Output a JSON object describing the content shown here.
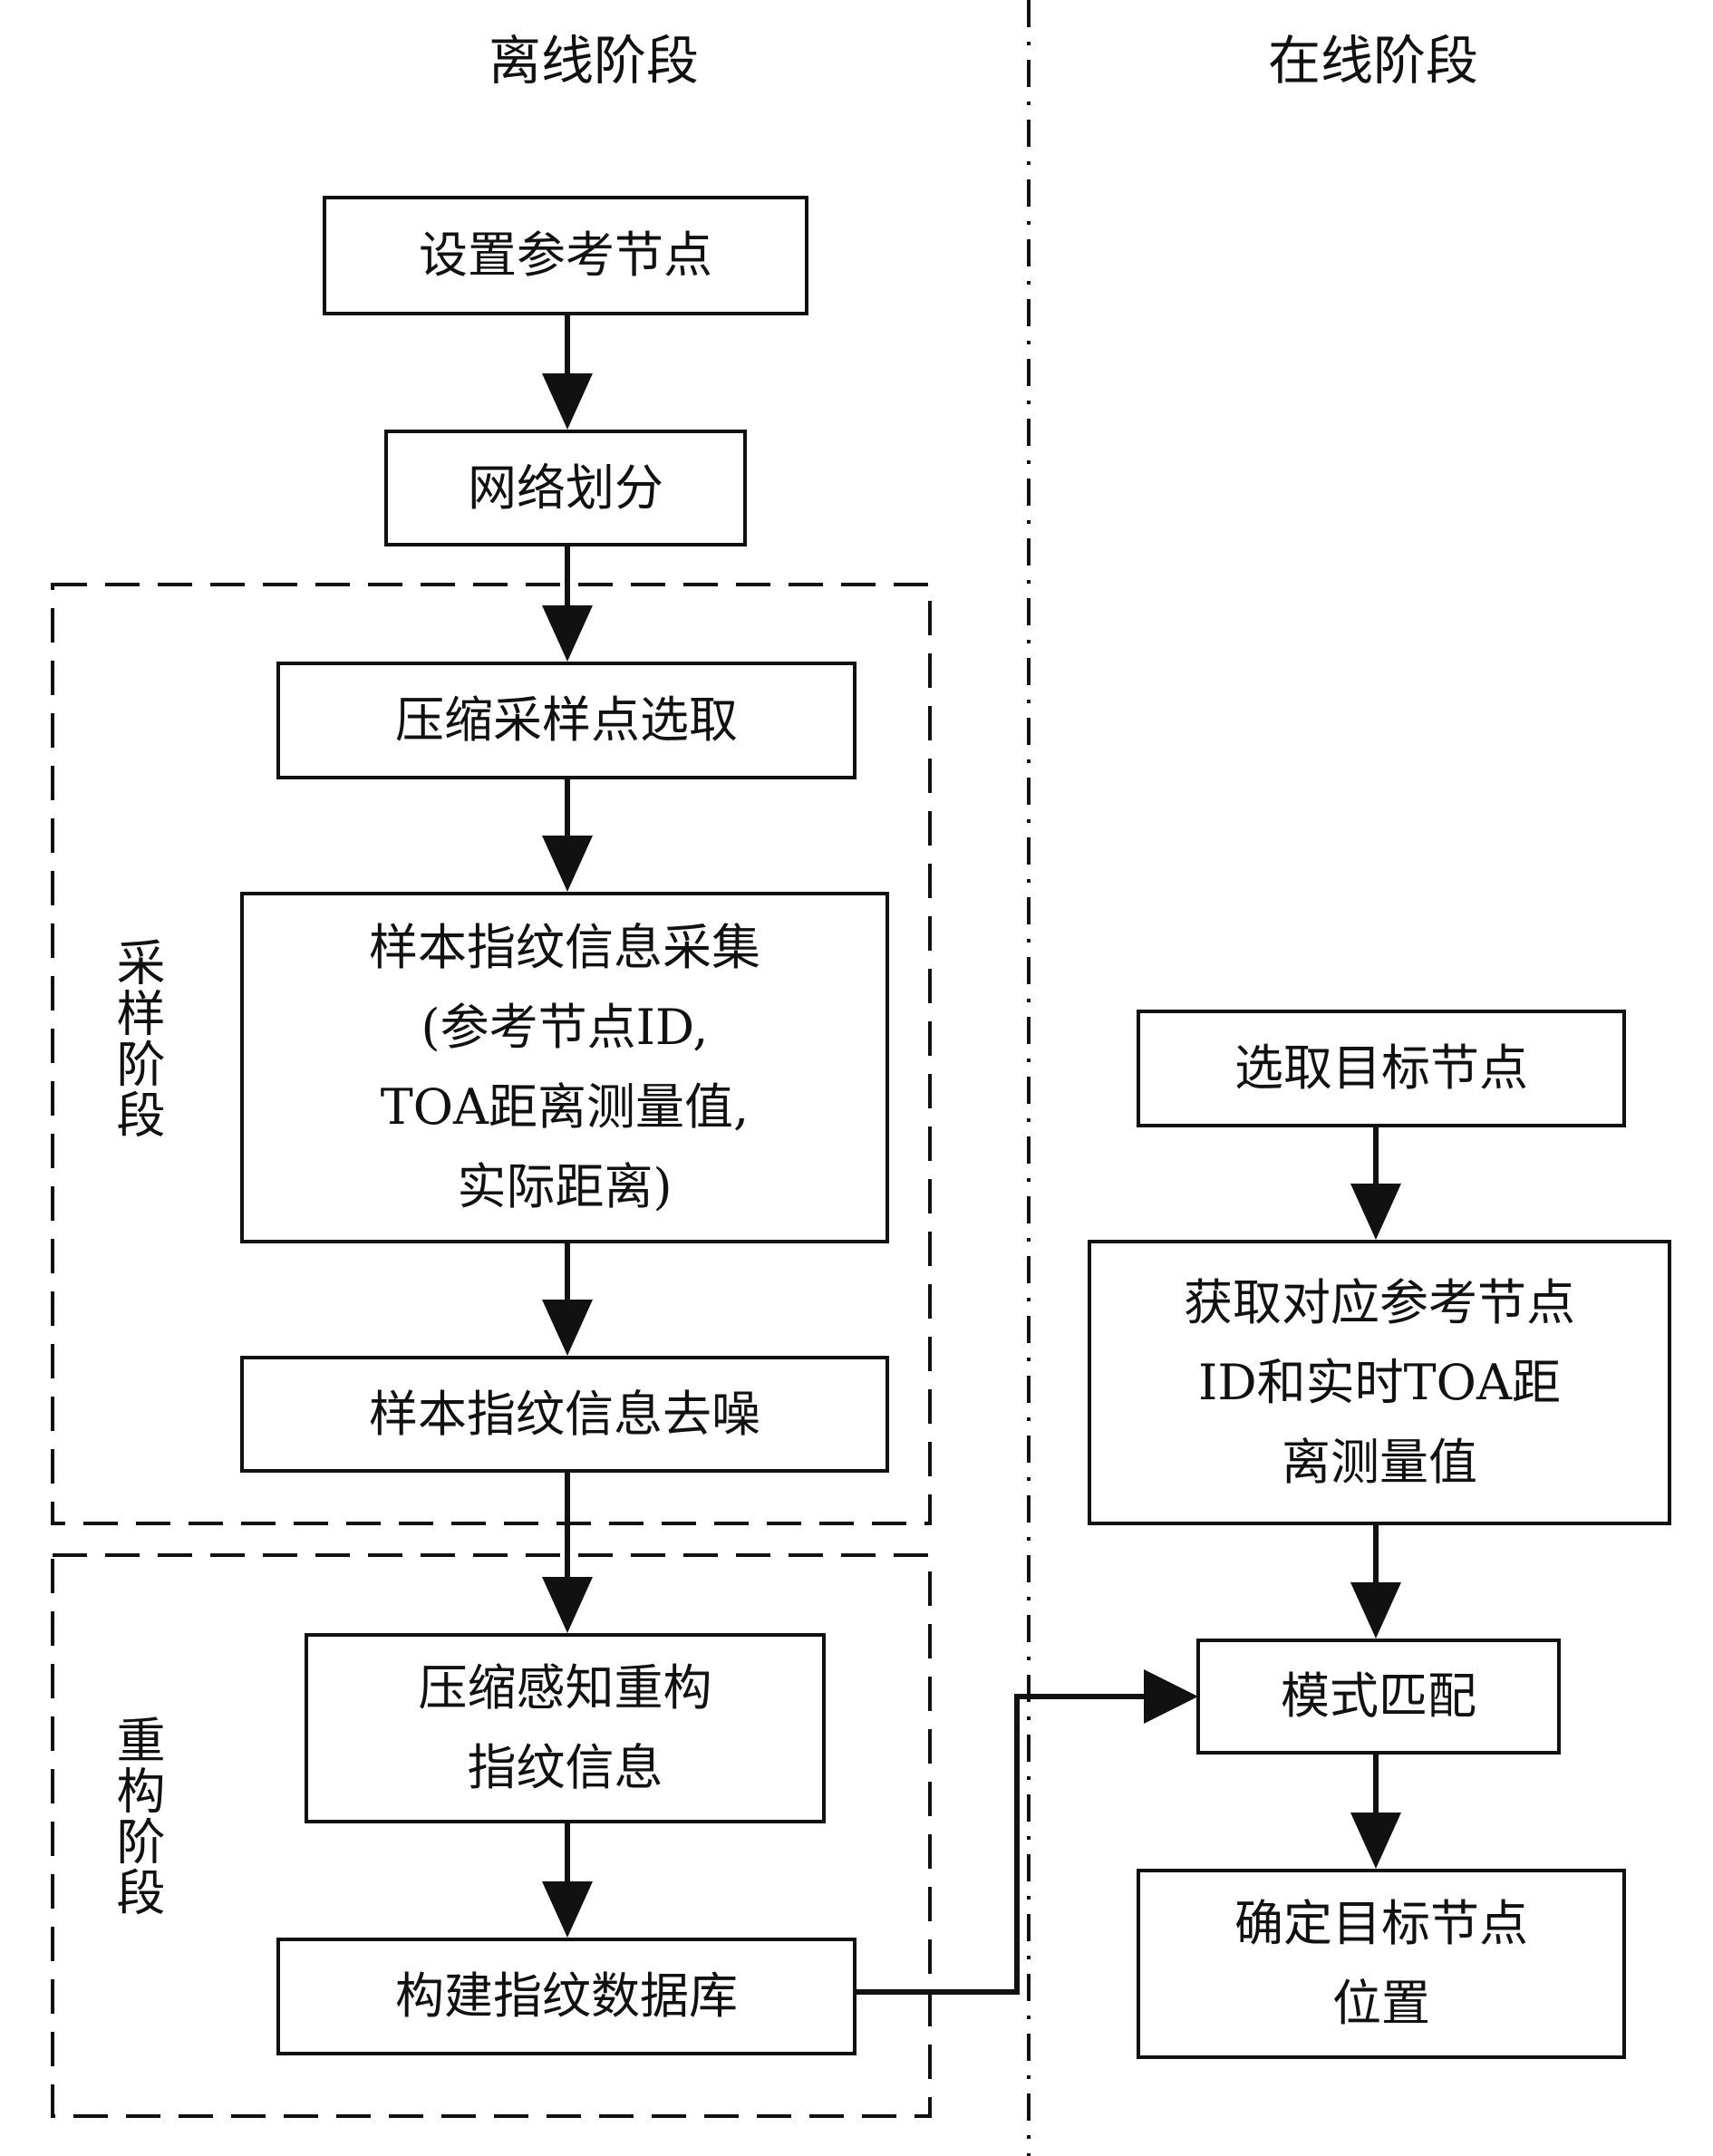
{
  "headers": {
    "offline": "离线阶段",
    "online": "在线阶段"
  },
  "groups": {
    "sampling": "采样阶段",
    "reconstruction": "重构阶段"
  },
  "offline_steps": {
    "set_reference_nodes": [
      "设置参考节点"
    ],
    "grid_division": [
      "网络划分"
    ],
    "compressed_sample_selection": [
      "压缩采样点选取"
    ],
    "fingerprint_collection": [
      "样本指纹信息采集",
      "(参考节点ID,",
      "TOA距离测量值,",
      "实际距离)"
    ],
    "fingerprint_denoise": [
      "样本指纹信息去噪"
    ],
    "cs_reconstruction": [
      "压缩感知重构",
      "指纹信息"
    ],
    "build_database": [
      "构建指纹数据库"
    ]
  },
  "online_steps": {
    "select_target": [
      "选取目标节点"
    ],
    "acquire_measurements": [
      "获取对应参考节点",
      "ID和实时TOA距",
      "离测量值"
    ],
    "pattern_matching": [
      "模式匹配"
    ],
    "determine_position": [
      "确定目标节点",
      "位置"
    ]
  }
}
